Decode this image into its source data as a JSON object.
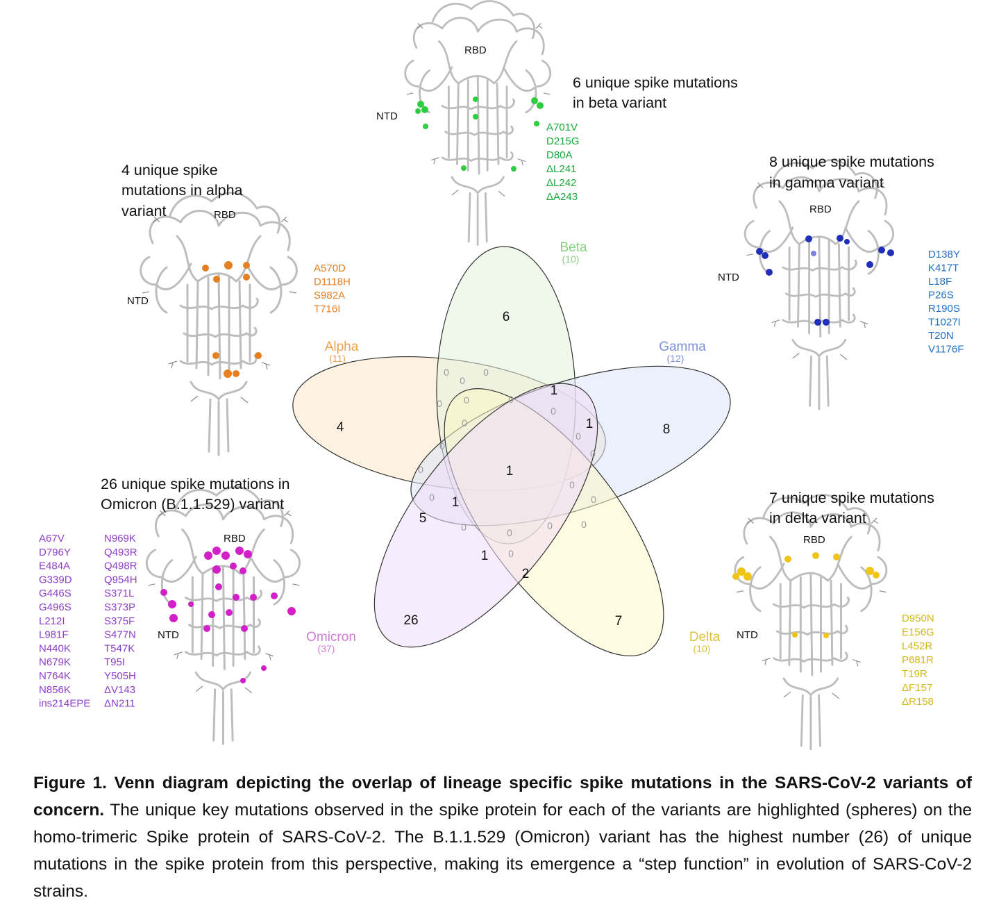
{
  "colors": {
    "alpha": "#e67e22",
    "beta": "#1aaa3c",
    "gamma": "#1f6fc4",
    "delta": "#d4b81a",
    "omicron": "#8e3fc9",
    "alpha_fill": "#fbe5c8",
    "beta_fill": "#e3f3dd",
    "gamma_fill": "#dde3f8",
    "delta_fill": "#fbf8c9",
    "omicron_fill": "#f1dcf7",
    "venn_alpha_label": "#f0a04b",
    "venn_beta_label": "#86cf7e",
    "venn_gamma_label": "#7b8fdb",
    "venn_delta_label": "#d9c23a",
    "venn_omicron_label": "#d37ad6",
    "protein": "#bdbdbd"
  },
  "venn": {
    "sets": {
      "alpha": {
        "name": "Alpha",
        "count": "(11)"
      },
      "beta": {
        "name": "Beta",
        "count": "(10)"
      },
      "gamma": {
        "name": "Gamma",
        "count": "(12)"
      },
      "delta": {
        "name": "Delta",
        "count": "(10)"
      },
      "omicron": {
        "name": "Omicron",
        "count": "(37)"
      }
    },
    "unique": {
      "alpha": "4",
      "beta": "6",
      "gamma": "8",
      "delta": "7",
      "omicron": "26"
    },
    "center": "1",
    "bold_overlaps": [
      "1",
      "1",
      "1",
      "5",
      "1",
      "2"
    ],
    "zero": "0"
  },
  "panels": {
    "alpha": {
      "title_lines": [
        "4 unique spike",
        "mutations in alpha",
        "variant"
      ],
      "rbd": "RBD",
      "ntd": "NTD",
      "mutations": [
        "A570D",
        "D1118H",
        "S982A",
        "T716I"
      ]
    },
    "beta": {
      "title_lines": [
        "6 unique spike mutations",
        "in beta variant"
      ],
      "rbd": "RBD",
      "ntd": "NTD",
      "mutations": [
        "A701V",
        "D215G",
        "D80A",
        "ΔL241",
        "ΔL242",
        "ΔA243"
      ]
    },
    "gamma": {
      "title_lines": [
        "8 unique spike mutations",
        "in gamma variant"
      ],
      "rbd": "RBD",
      "ntd": "NTD",
      "mutations": [
        "D138Y",
        "K417T",
        "L18F",
        "P26S",
        "R190S",
        "T1027I",
        "T20N",
        "V1176F"
      ]
    },
    "delta": {
      "title_lines": [
        "7 unique spike mutations",
        "in delta variant"
      ],
      "rbd": "RBD",
      "ntd": "NTD",
      "mutations": [
        "D950N",
        "E156G",
        "L452R",
        "P681R",
        "T19R",
        "ΔF157",
        "ΔR158"
      ]
    },
    "omicron": {
      "title_lines": [
        "26 unique spike mutations in",
        "Omicron (B.1.1.529) variant"
      ],
      "rbd": "RBD",
      "ntd": "NTD",
      "mutations_col1": [
        "A67V",
        "D796Y",
        "E484A",
        "G339D",
        "G446S",
        "G496S",
        "L212I",
        "L981F",
        "N440K",
        "N679K",
        "N764K",
        "N856K",
        "ins214EPE"
      ],
      "mutations_col2": [
        "N969K",
        "Q493R",
        "Q498R",
        "Q954H",
        "S371L",
        "S373P",
        "S375F",
        "S477N",
        "T547K",
        "T95I",
        "Y505H",
        "ΔV143",
        "ΔN211"
      ]
    }
  },
  "caption": {
    "bold": "Figure 1. Venn diagram depicting the overlap of lineage specific spike mutations in the SARS-CoV-2 variants of concern.",
    "text": " The unique key mutations observed in the spike protein for each of the variants are highlighted (spheres) on the homo-trimeric Spike protein of SARS-CoV-2. The B.1.1.529 (Omicron) variant has the highest number (26) of unique mutations in the spike protein from this perspective, making its emergence a “step function” in evolution of SARS-CoV-2 strains."
  }
}
